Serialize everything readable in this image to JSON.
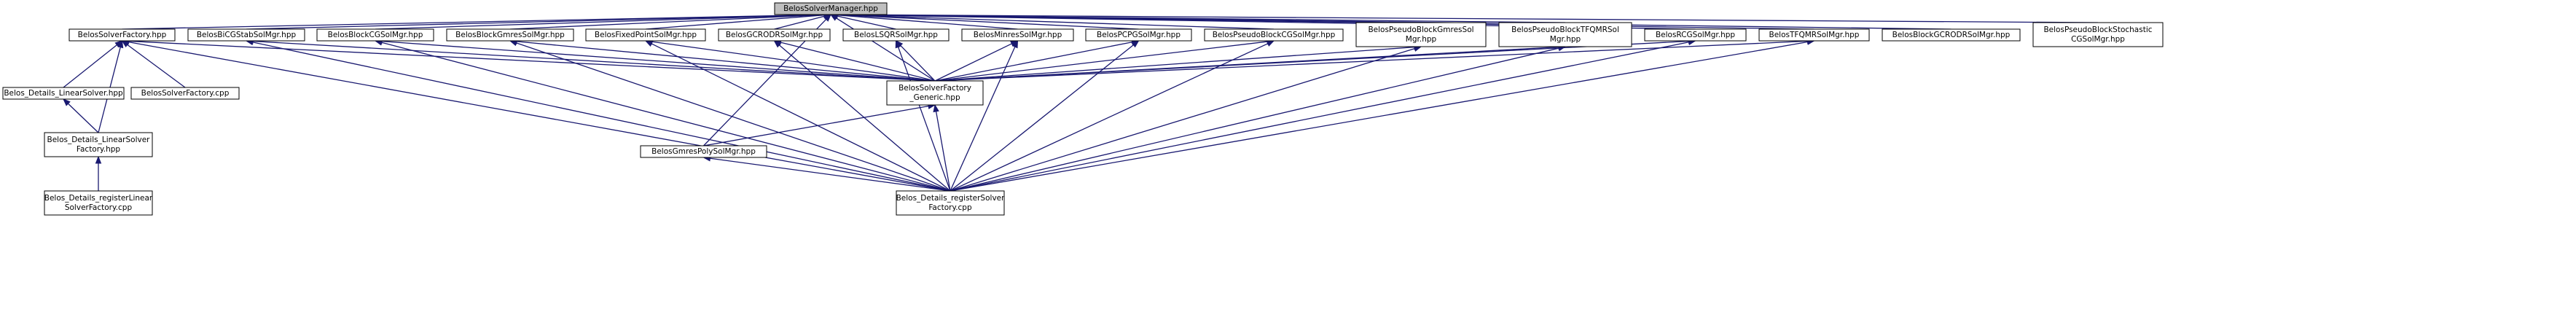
{
  "diagram": {
    "nodes": [
      {
        "id": "root",
        "lines": [
          "BelosSolverManager.hpp"
        ],
        "root": true
      },
      {
        "id": "solverFactory",
        "lines": [
          "BelosSolverFactory.hpp"
        ]
      },
      {
        "id": "bicgstab",
        "lines": [
          "BelosBiCGStabSolMgr.hpp"
        ]
      },
      {
        "id": "blockcg",
        "lines": [
          "BelosBlockCGSolMgr.hpp"
        ]
      },
      {
        "id": "blockgmres",
        "lines": [
          "BelosBlockGmresSolMgr.hpp"
        ]
      },
      {
        "id": "fixedpoint",
        "lines": [
          "BelosFixedPointSolMgr.hpp"
        ]
      },
      {
        "id": "gcrodr",
        "lines": [
          "BelosGCRODRSolMgr.hpp"
        ]
      },
      {
        "id": "lsqr",
        "lines": [
          "BelosLSQRSolMgr.hpp"
        ]
      },
      {
        "id": "minres",
        "lines": [
          "BelosMinresSolMgr.hpp"
        ]
      },
      {
        "id": "pcpg",
        "lines": [
          "BelosPCPGSolMgr.hpp"
        ]
      },
      {
        "id": "pseudoblockcg",
        "lines": [
          "BelosPseudoBlockCGSolMgr.hpp"
        ]
      },
      {
        "id": "pseudoblockgmres",
        "lines": [
          "BelosPseudoBlockGmresSol",
          "Mgr.hpp"
        ]
      },
      {
        "id": "pseudoblocktfqmr",
        "lines": [
          "BelosPseudoBlockTFQMRSol",
          "Mgr.hpp"
        ]
      },
      {
        "id": "rcg",
        "lines": [
          "BelosRCGSolMgr.hpp"
        ]
      },
      {
        "id": "tfqmr",
        "lines": [
          "BelosTFQMRSolMgr.hpp"
        ]
      },
      {
        "id": "blockgcrodr",
        "lines": [
          "BelosBlockGCRODRSolMgr.hpp"
        ]
      },
      {
        "id": "pseudoblockstochastic",
        "lines": [
          "BelosPseudoBlockStochastic",
          "CGSolMgr.hpp"
        ]
      },
      {
        "id": "detailsLinearSolver",
        "lines": [
          "Belos_Details_LinearSolver.hpp"
        ]
      },
      {
        "id": "solverFactoryCpp",
        "lines": [
          "BelosSolverFactory.cpp"
        ]
      },
      {
        "id": "factoryGeneric",
        "lines": [
          "BelosSolverFactory",
          "_Generic.hpp"
        ]
      },
      {
        "id": "detailsLinearSolverFactory",
        "lines": [
          "Belos_Details_LinearSolver",
          "Factory.hpp"
        ]
      },
      {
        "id": "gmrespoly",
        "lines": [
          "BelosGmresPolySolMgr.hpp"
        ]
      },
      {
        "id": "registerLinearSolverFactory",
        "lines": [
          "Belos_Details_registerLinear",
          "SolverFactory.cpp"
        ]
      },
      {
        "id": "registerSolverFactory",
        "lines": [
          "Belos_Details_registerSolver",
          "Factory.cpp"
        ]
      }
    ]
  }
}
